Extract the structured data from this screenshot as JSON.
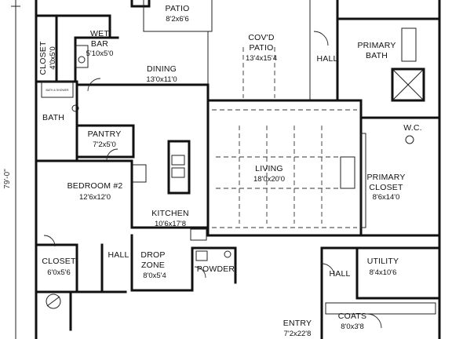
{
  "floor_plan": {
    "overall_dimension": "79'-0\"",
    "rooms": [
      {
        "id": "patio",
        "name": "PATIO",
        "dims": "8'2x6'6"
      },
      {
        "id": "covd_patio",
        "name": "COV'D",
        "name2": "PATIO",
        "dims": "13'4x15'4"
      },
      {
        "id": "closet_upper",
        "name": "CLOSET",
        "dims": "4'0x5'0"
      },
      {
        "id": "wet_bar",
        "name": "WET",
        "name2": "BAR",
        "dims": "5'10x5'0"
      },
      {
        "id": "dining",
        "name": "DINING",
        "dims": "13'0x11'0"
      },
      {
        "id": "hall_upper",
        "name": "HALL"
      },
      {
        "id": "primary_bath",
        "name": "PRIMARY",
        "name2": "BATH"
      },
      {
        "id": "bath",
        "name": "BATH"
      },
      {
        "id": "pantry",
        "name": "PANTRY",
        "dims": "7'2x5'0"
      },
      {
        "id": "wc",
        "name": "W.C."
      },
      {
        "id": "bedroom2",
        "name": "BEDROOM #2",
        "dims": "12'6x12'0"
      },
      {
        "id": "living",
        "name": "LIVING",
        "dims": "18'0x20'0"
      },
      {
        "id": "primary_closet",
        "name": "PRIMARY",
        "name2": "CLOSET",
        "dims": "8'6x14'0"
      },
      {
        "id": "kitchen",
        "name": "KITCHEN",
        "dims": "10'6x17'8"
      },
      {
        "id": "closet_lower",
        "name": "CLOSET",
        "dims": "6'0x5'6"
      },
      {
        "id": "hall_left",
        "name": "HALL"
      },
      {
        "id": "drop_zone",
        "name": "DROP",
        "name2": "ZONE",
        "dims": "8'0x5'4"
      },
      {
        "id": "powder",
        "name": "POWDER"
      },
      {
        "id": "utility",
        "name": "UTILITY",
        "dims": "8'4x10'6"
      },
      {
        "id": "hall_right",
        "name": "HALL"
      },
      {
        "id": "coats",
        "name": "COATS",
        "dims": "8'0x3'8"
      },
      {
        "id": "entry",
        "name": "ENTRY",
        "dims": "7'2x22'8"
      }
    ],
    "fixture_labels": {
      "bath_tub": "BATH & SHOWER"
    }
  }
}
